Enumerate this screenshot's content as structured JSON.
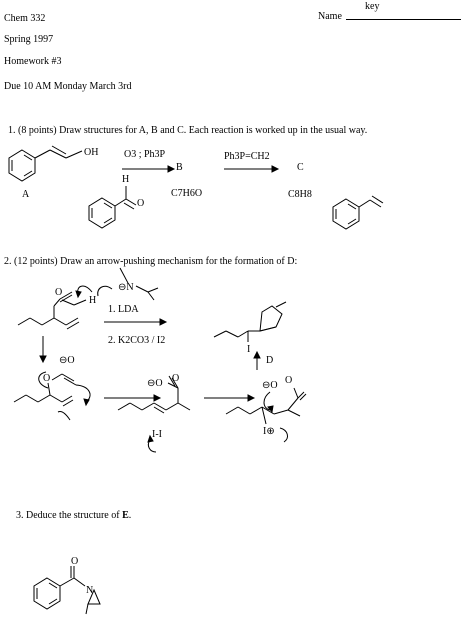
{
  "header": {
    "course": "Chem 332",
    "term": "Spring 1997",
    "assignment": "Homework #3",
    "due": "Due 10 AM Monday March 3rd",
    "name_label": "Name",
    "name_value": "key"
  },
  "q1": {
    "text": "1.  (8 points) Draw structures for A, B and C. Each reaction is worked up in the usual way.",
    "oh": "OH",
    "label_a": "A",
    "reagent1": "O3 ; Ph3P",
    "label_b": "B",
    "reagent2": "Ph3P=CH2",
    "label_c": "C",
    "formula_b": "C7H6O",
    "formula_c": "C8H8",
    "aldehyde_h": "H",
    "aldehyde_o": "O"
  },
  "q2": {
    "text": "2.  (12 points)  Draw an arrow-pushing mechanism for the formation of D:",
    "o_label": "O",
    "h_label": "H",
    "n_label": "⊖N",
    "step1": "1. LDA",
    "step2": "2. K2CO3 / I2",
    "label_d": "D",
    "iodine": "I",
    "i2": "I-I",
    "iplus": "I⊕",
    "ominus": "⊖O"
  },
  "q3": {
    "text": "3.  Deduce the structure of ",
    "compound": "E",
    "period": ".",
    "o_label": "O",
    "n_label": "N"
  }
}
